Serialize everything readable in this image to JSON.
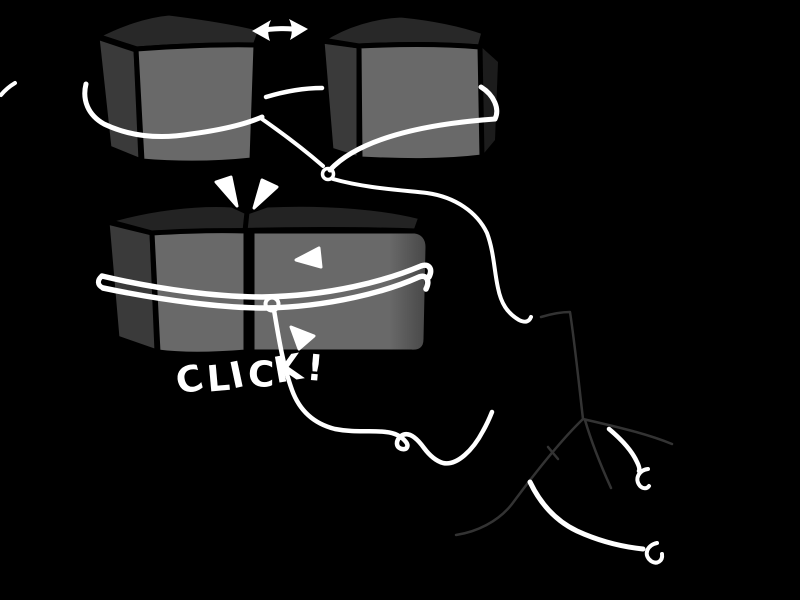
{
  "scene": {
    "background_color": "#000000",
    "click_label": "CLICK!",
    "icons": {
      "move_arrow": "left-right-arrow",
      "impact_sparks": "emphasis-wedges",
      "click_cursors": "triangle-pointers"
    },
    "colors": {
      "white": "#ffffff",
      "outline": "#000000",
      "cube_front": "#696969",
      "cube_front_shaded": "#464646",
      "cube_side": "#3a3a3a",
      "cube_top": "#282828",
      "cube_top_pair": "#232323",
      "cube_right_smear": "#1c1c1c",
      "hand_line": "#333333"
    }
  }
}
